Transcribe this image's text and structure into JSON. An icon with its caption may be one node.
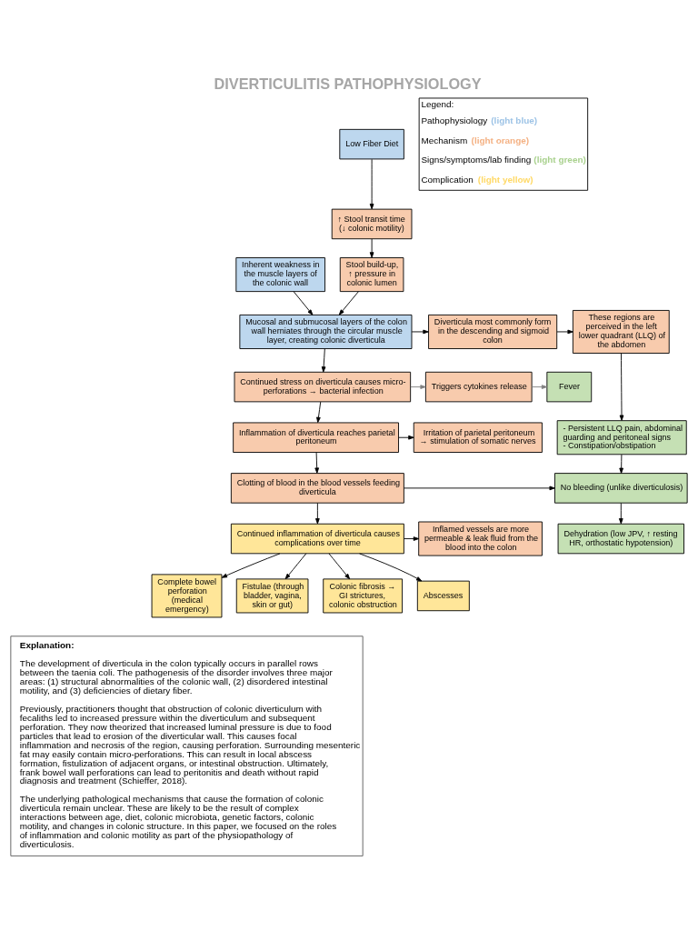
{
  "diagram": {
    "title": "DIVERTICULITIS PATHOPHYSIOLOGY",
    "nodes": [
      {
        "text": [
          "Low Fiber Diet"
        ]
      },
      {
        "text": [
          "↑ Stool transit time (↓ colonic motility)"
        ]
      },
      {
        "text": [
          "Inherent weakness in the muscle layers of the colonic wall"
        ]
      },
      {
        "text": [
          "Stool build-up, ↑ pressure in colonic lumen"
        ]
      },
      {
        "text": [
          "Mucosal and submucosal layers of the colon wall herniates through the circular muscle layer, creating colonic diverticula"
        ]
      },
      {
        "text": [
          "Diverticula most commonly form in the descending and sigmoid colon"
        ]
      },
      {
        "text": [
          "These regions are perceived in the left lower quadrant (LLQ) of the abdomen"
        ]
      },
      {
        "text": [
          "Continued stress on diverticula causes micro-perforations → bacterial infection"
        ]
      },
      {
        "text": [
          "Triggers cytokines release"
        ]
      },
      {
        "text": [
          "Fever"
        ]
      },
      {
        "text": [
          "- Persistent LLQ pain, abdominal guarding and peritoneal signs",
          "- Constipation/obstipation"
        ]
      },
      {
        "text": [
          "Inflammation of diverticula reaches parietal peritoneum"
        ]
      },
      {
        "text": [
          "Irritation of parietal peritoneum → stimulation of somatic nerves"
        ]
      },
      {
        "text": [
          "Clotting of blood in the blood vessels feeding diverticula"
        ]
      },
      {
        "text": [
          "No bleeding (unlike diverticulosis)"
        ]
      },
      {
        "text": [
          "Continued inflammation of diverticula causes complications over time"
        ]
      },
      {
        "text": [
          "Inflamed vessels are more permeable & leak fluid from the blood into the colon"
        ]
      },
      {
        "text": [
          "Dehydration (low JPV, ↑ resting HR, orthostatic hypotension)"
        ]
      },
      {
        "text": [
          "Complete bowel perforation (medical emergency)"
        ]
      },
      {
        "text": [
          "Fistulae (through bladder, vagina, skin or gut)"
        ]
      },
      {
        "text": [
          "Colonic fibrosis → GI strictures, colonic obstruction"
        ]
      },
      {
        "text": [
          "Abscesses"
        ]
      },
      {
        "text": [
          "Explanation:",
          "The development of diverticula in the colon typically occurs in parallel rows between the taenia coli. The pathogenesis of the disorder involves three major areas: (1) structural abnormalities of the colonic wall, (2) disordered intestinal motility, and (3) deficiencies of dietary fiber.",
          "Previously, practitioners thought that obstruction of colonic diverticulum with fecaliths led to increased pressure within the diverticulum and subsequent perforation. They now theorized that increased luminal pressure is due to food particles that lead to erosion of the diverticular wall. This causes focal inflammation and necrosis of the region, causing perforation. Surrounding mesenteric fat may easily contain micro-perforations. This can result in local abscess formation, fistulization of adjacent organs, or intestinal obstruction. Ultimately, frank bowel wall perforations can lead to peritonitis and death without rapid diagnosis and treatment (Schieffer, 2018).",
          "The underlying pathological mechanisms that cause the formation of colonic diverticula remain unclear. These are likely to be the result of complex interactions between age, diet, colonic microbiota, genetic factors, colonic motility, and changes in colonic structure. In this paper, we focused on the roles of inflammation and colonic motility as part of the physiopathology of diverticulosis."
        ]
      }
    ],
    "edges": [
      {
        "from": 0,
        "to": 1,
        "arrow": "to"
      },
      {
        "from": 1,
        "to": 3,
        "arrow": "to"
      },
      {
        "from": 2,
        "to": 4,
        "arrow": "to"
      },
      {
        "from": 3,
        "to": 4,
        "arrow": "to"
      },
      {
        "from": 4,
        "to": 5,
        "arrow": "to"
      },
      {
        "from": 5,
        "to": 6,
        "arrow": "to"
      },
      {
        "from": 4,
        "to": 7,
        "arrow": "to"
      },
      {
        "from": 7,
        "to": 8,
        "arrow": "to",
        "color": "#7f7f7f"
      },
      {
        "from": 8,
        "to": 9,
        "arrow": "to",
        "color": "#7f7f7f"
      },
      {
        "from": 6,
        "to": 10,
        "arrow": "to"
      },
      {
        "from": 7,
        "to": 11,
        "arrow": "to"
      },
      {
        "from": 11,
        "to": 12,
        "arrow": "to"
      },
      {
        "from": 11,
        "to": 13,
        "arrow": "to"
      },
      {
        "from": 13,
        "to": 14,
        "arrow": "to"
      },
      {
        "from": 10,
        "to": 14,
        "arrow": "to"
      },
      {
        "from": 14,
        "to": 17,
        "arrow": "to"
      },
      {
        "from": 13,
        "to": 15,
        "arrow": "to"
      },
      {
        "from": 15,
        "to": 16,
        "arrow": "to"
      },
      {
        "from": 15,
        "to": 18,
        "arrow": "to"
      },
      {
        "from": 15,
        "to": 19,
        "arrow": "to"
      },
      {
        "from": 15,
        "to": 20,
        "arrow": "to"
      },
      {
        "from": 15,
        "to": 21,
        "arrow": "to"
      }
    ],
    "labels": [
      "Legend:"
    ],
    "legend": [
      {
        "text": "Pathophysiology (light blue)",
        "color": "#9dc3e6"
      },
      {
        "text": "Mechanism (light orange)",
        "color": "#f4b183"
      },
      {
        "text": "Signs/symptoms/lab finding (light green)",
        "color": "#a9d18e"
      },
      {
        "text": "Complication (light yellow)",
        "color": "#ffd966"
      }
    ]
  }
}
